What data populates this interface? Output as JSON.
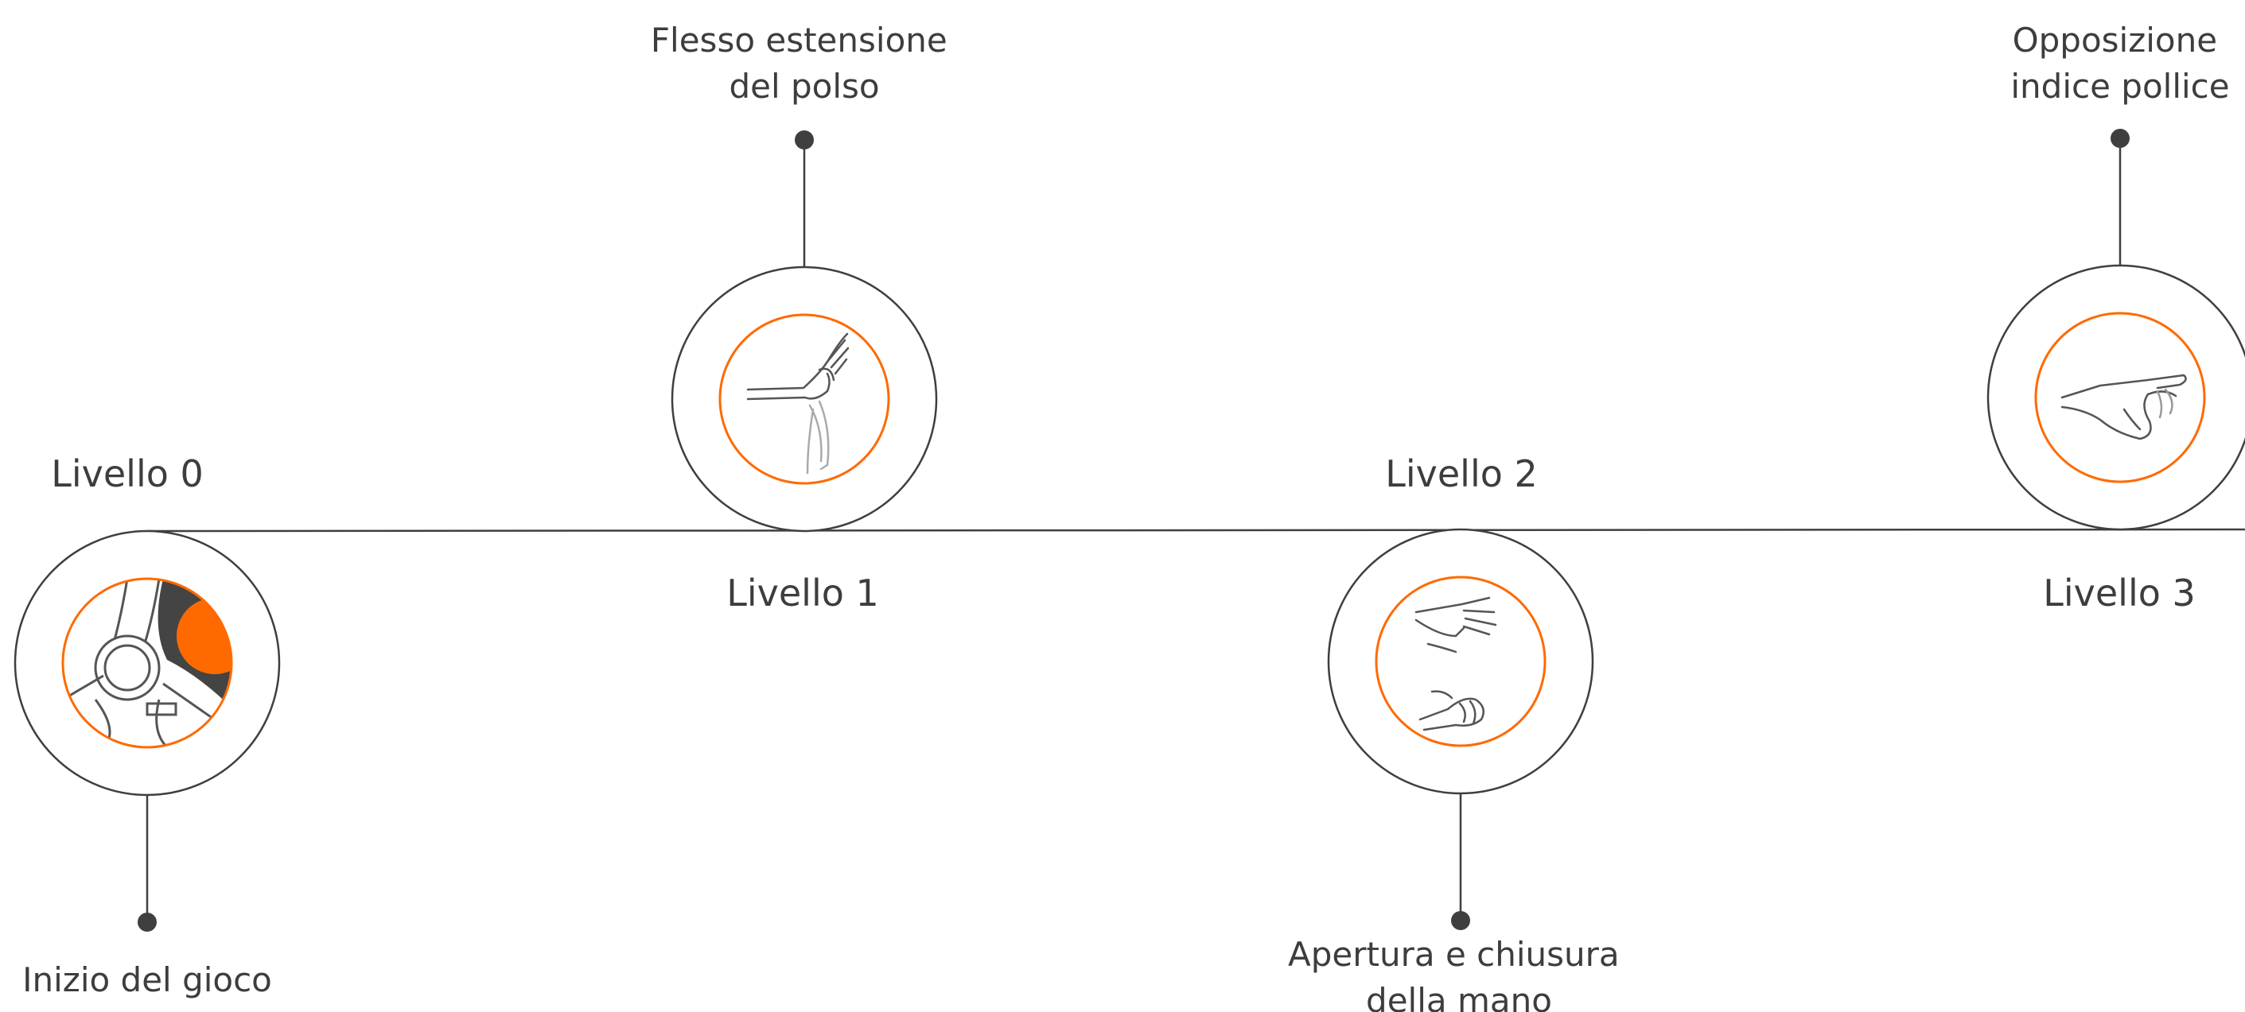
{
  "accent_color": "#ff6a00",
  "line_color": "#3f3f3f",
  "levels": [
    {
      "label": "Livello 0",
      "description": [
        "Inizio del gioco"
      ],
      "icon": "steering-wheel-icon"
    },
    {
      "label": "Livello 1",
      "description": [
        "Flesso estensione",
        "del polso"
      ],
      "icon": "wrist-flexion-icon"
    },
    {
      "label": "Livello 2",
      "description": [
        "Apertura e chiusura",
        "della mano"
      ],
      "icon": "hand-open-close-icon"
    },
    {
      "label": "Livello 3",
      "description": [
        "Opposizione",
        "indice pollice"
      ],
      "icon": "pinch-icon"
    }
  ]
}
